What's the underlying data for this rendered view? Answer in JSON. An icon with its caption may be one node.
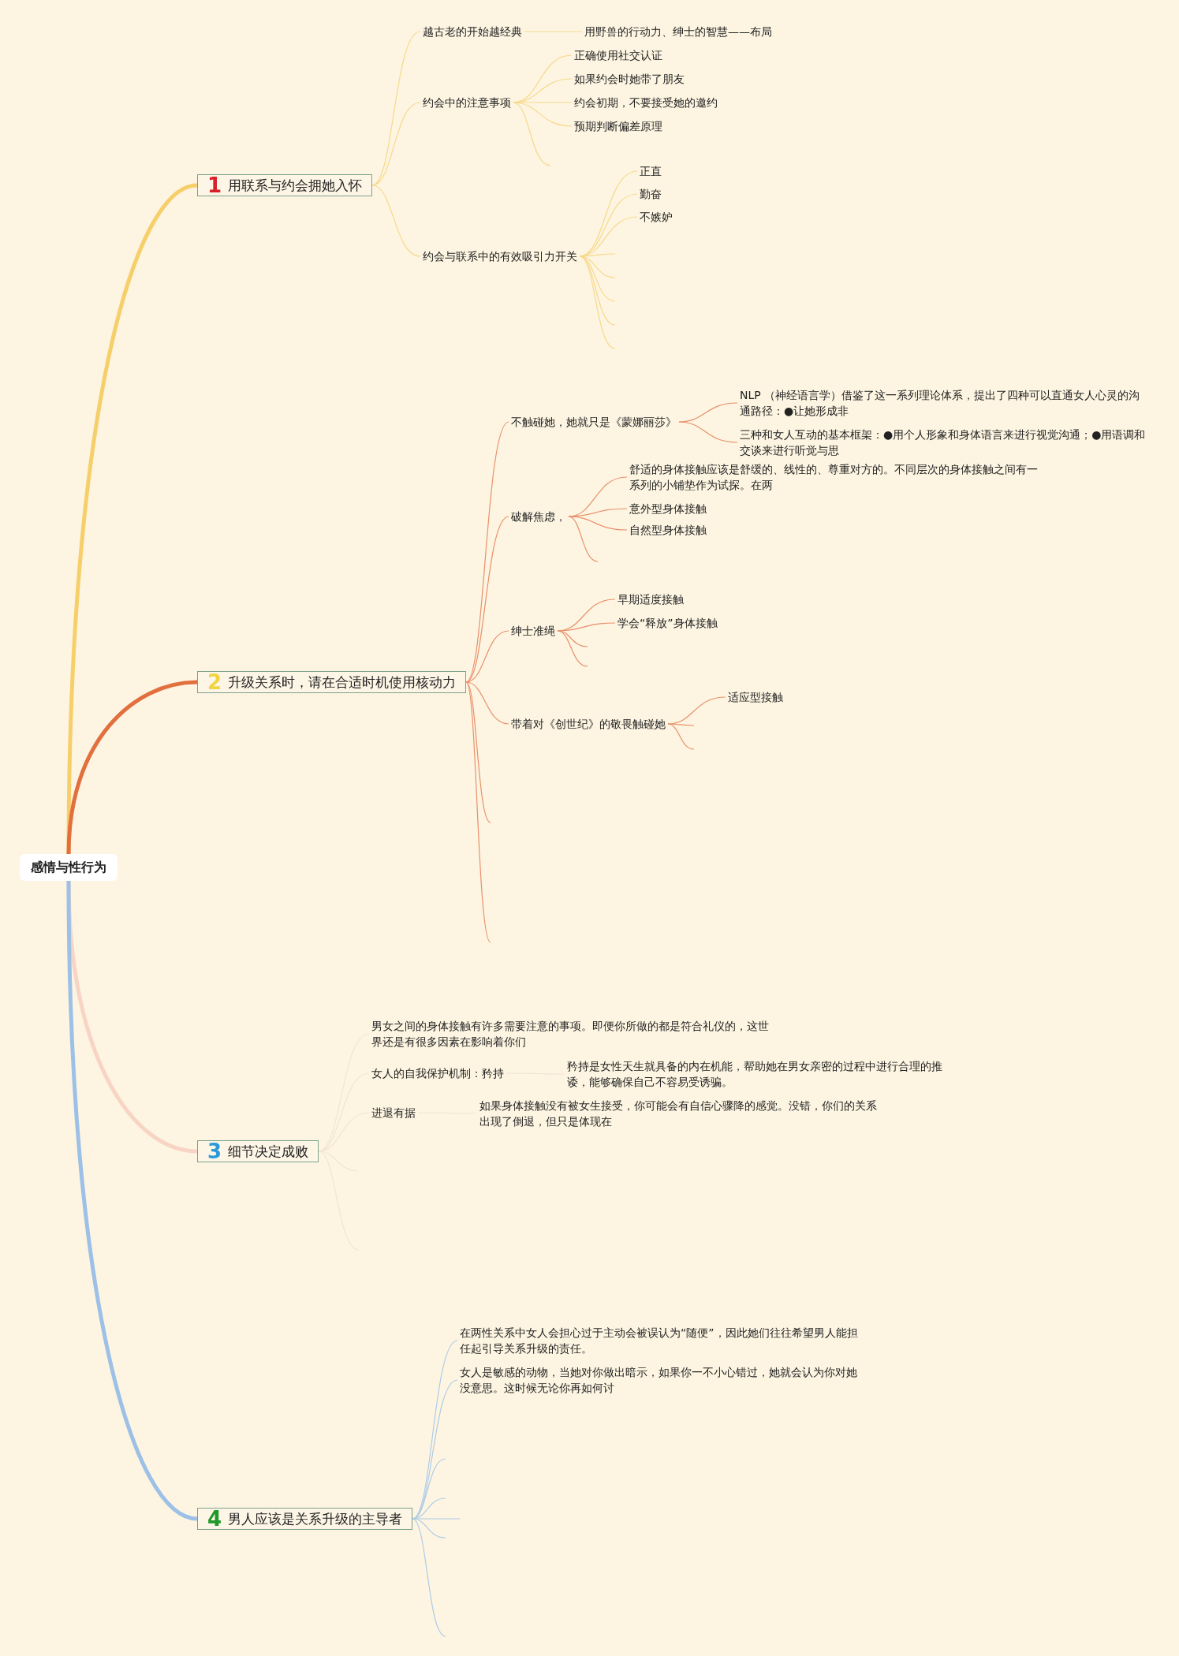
{
  "diagram": {
    "nodes": [
      {
        "text": [
          "感情与性行为"
        ]
      },
      {
        "text": [
          "1",
          "用联系与约会拥她入怀"
        ]
      },
      {
        "text": [
          "越古老的开始越经典"
        ]
      },
      {
        "text": [
          "用野兽的行动力、绅士的智慧——布局"
        ]
      },
      {
        "text": [
          "约会中的注意事项"
        ]
      },
      {
        "text": [
          "正确使用社交认证"
        ]
      },
      {
        "text": [
          "如果约会时她带了朋友"
        ]
      },
      {
        "text": [
          "约会初期，不要接受她的邀约"
        ]
      },
      {
        "text": [
          "预期判断偏差原理"
        ]
      },
      {
        "text": [
          "约会与联系中的有效吸引力开关"
        ]
      },
      {
        "text": [
          "正直"
        ]
      },
      {
        "text": [
          "勤奋"
        ]
      },
      {
        "text": [
          "不嫉妒"
        ]
      },
      {
        "text": [
          "2",
          "升级关系时，请在合适时机使用核动力"
        ]
      },
      {
        "text": [
          "不触碰她，她就只是《蒙娜丽莎》"
        ]
      },
      {
        "text": [
          "NLP （神经语言学）借鉴了这一系列理论体系，提出了四种可以直通女人心灵的沟通路径：●让她形成非"
        ]
      },
      {
        "text": [
          "三种和女人互动的基本框架：●用个人形象和身体语言来进行视觉沟通；●用语调和交谈来进行听觉与思"
        ]
      },
      {
        "text": [
          "破解焦虑，"
        ]
      },
      {
        "text": [
          "舒适的身体接触应该是舒缓的、线性的、尊重对方的。不同层次的身体接触之间有一系列的小铺垫作为试探。在两"
        ]
      },
      {
        "text": [
          "意外型身体接触"
        ]
      },
      {
        "text": [
          "自然型身体接触"
        ]
      },
      {
        "text": [
          "绅士准绳"
        ]
      },
      {
        "text": [
          "早期适度接触"
        ]
      },
      {
        "text": [
          "学会“释放”身体接触"
        ]
      },
      {
        "text": [
          "带着对《创世纪》的敬畏触碰她"
        ]
      },
      {
        "text": [
          "适应型接触"
        ]
      },
      {
        "text": [
          "3",
          "细节决定成败"
        ]
      },
      {
        "text": [
          "男女之间的身体接触有许多需要注意的事项。即便你所做的都是符合礼仪的，这世界还是有很多因素在影响着你们"
        ]
      },
      {
        "text": [
          "女人的自我保护机制：矜持"
        ]
      },
      {
        "text": [
          "矜持是女性天生就具备的内在机能，帮助她在男女亲密的过程中进行合理的推诿，能够确保自己不容易受诱骗。"
        ]
      },
      {
        "text": [
          "进退有据"
        ]
      },
      {
        "text": [
          "如果身体接触没有被女生接受，你可能会有自信心骤降的感觉。没错，你们的关系出现了倒退，但只是体现在"
        ]
      },
      {
        "text": [
          "4",
          "男人应该是关系升级的主导者"
        ]
      },
      {
        "text": [
          "在两性关系中女人会担心过于主动会被误认为“随便”，因此她们往往希望男人能担任起引导关系升级的责任。"
        ]
      },
      {
        "text": [
          "女人是敏感的动物，当她对你做出暗示，如果你一不小心错过，她就会认为你对她没意思。这时候无论你再如何讨"
        ]
      }
    ],
    "edges": [
      {
        "from": 0,
        "to": 1,
        "arrow": "none",
        "style": "thick",
        "color": "#f7cf6a"
      },
      {
        "from": 1,
        "to": 2,
        "arrow": "none",
        "color": "#f7d98a"
      },
      {
        "from": 2,
        "to": 3,
        "arrow": "none",
        "color": "#f7d98a"
      },
      {
        "from": 1,
        "to": 4,
        "arrow": "none",
        "color": "#f7d98a"
      },
      {
        "from": 4,
        "to": 5,
        "arrow": "none",
        "color": "#f7d98a"
      },
      {
        "from": 4,
        "to": 6,
        "arrow": "none",
        "color": "#f7d98a"
      },
      {
        "from": 4,
        "to": 7,
        "arrow": "none",
        "color": "#f7d98a"
      },
      {
        "from": 4,
        "to": 8,
        "arrow": "none",
        "color": "#f7d98a"
      },
      {
        "from": 4,
        "to": null,
        "arrow": "none",
        "color": "#f7d98a"
      },
      {
        "from": 1,
        "to": 9,
        "arrow": "none",
        "color": "#f7d98a"
      },
      {
        "from": 9,
        "to": 10,
        "arrow": "none",
        "color": "#f7d98a"
      },
      {
        "from": 9,
        "to": 11,
        "arrow": "none",
        "color": "#f7d98a"
      },
      {
        "from": 9,
        "to": 12,
        "arrow": "none",
        "color": "#f7d98a"
      },
      {
        "from": 9,
        "to": null,
        "arrow": "none",
        "color": "#f7d98a"
      },
      {
        "from": 9,
        "to": null,
        "arrow": "none",
        "color": "#f7d98a"
      },
      {
        "from": 9,
        "to": null,
        "arrow": "none",
        "color": "#f7d98a"
      },
      {
        "from": 9,
        "to": null,
        "arrow": "none",
        "color": "#f7d98a"
      },
      {
        "from": 9,
        "to": null,
        "arrow": "none",
        "color": "#f7d98a"
      },
      {
        "from": 0,
        "to": 13,
        "arrow": "none",
        "style": "thick",
        "color": "#e2703f"
      },
      {
        "from": 13,
        "to": 14,
        "arrow": "none",
        "color": "#e8906a"
      },
      {
        "from": 14,
        "to": 15,
        "arrow": "none",
        "color": "#e8906a"
      },
      {
        "from": 14,
        "to": 16,
        "arrow": "none",
        "color": "#e8906a"
      },
      {
        "from": 13,
        "to": 17,
        "arrow": "none",
        "color": "#e8906a"
      },
      {
        "from": 17,
        "to": 18,
        "arrow": "none",
        "color": "#e8906a"
      },
      {
        "from": 17,
        "to": 19,
        "arrow": "none",
        "color": "#e8906a"
      },
      {
        "from": 17,
        "to": 20,
        "arrow": "none",
        "color": "#e8906a"
      },
      {
        "from": 17,
        "to": null,
        "arrow": "none",
        "color": "#e8906a"
      },
      {
        "from": 13,
        "to": 21,
        "arrow": "none",
        "color": "#e8906a"
      },
      {
        "from": 21,
        "to": 22,
        "arrow": "none",
        "color": "#e8906a"
      },
      {
        "from": 21,
        "to": 23,
        "arrow": "none",
        "color": "#e8906a"
      },
      {
        "from": 21,
        "to": null,
        "arrow": "none",
        "color": "#e8906a"
      },
      {
        "from": 21,
        "to": null,
        "arrow": "none",
        "color": "#e8906a"
      },
      {
        "from": 13,
        "to": 24,
        "arrow": "none",
        "color": "#e8906a"
      },
      {
        "from": 24,
        "to": 25,
        "arrow": "none",
        "color": "#e8906a"
      },
      {
        "from": 24,
        "to": null,
        "arrow": "none",
        "color": "#e8906a"
      },
      {
        "from": 24,
        "to": null,
        "arrow": "none",
        "color": "#e8906a"
      },
      {
        "from": 13,
        "to": null,
        "arrow": "none",
        "color": "#e8906a"
      },
      {
        "from": 13,
        "to": null,
        "arrow": "none",
        "color": "#e8906a"
      },
      {
        "from": 0,
        "to": 26,
        "arrow": "none",
        "style": "thick",
        "color": "#f8d4c4"
      },
      {
        "from": 26,
        "to": 27,
        "arrow": "none",
        "color": "#f3e3d3"
      },
      {
        "from": 26,
        "to": 28,
        "arrow": "none",
        "color": "#f3e3d3"
      },
      {
        "from": 28,
        "to": 29,
        "arrow": "none",
        "color": "#f3e3d3"
      },
      {
        "from": 26,
        "to": 30,
        "arrow": "none",
        "color": "#f3e3d3"
      },
      {
        "from": 30,
        "to": 31,
        "arrow": "none",
        "color": "#f3e3d3"
      },
      {
        "from": 26,
        "to": null,
        "arrow": "none",
        "color": "#f3e3d3"
      },
      {
        "from": 26,
        "to": null,
        "arrow": "none",
        "color": "#f3e3d3"
      },
      {
        "from": 0,
        "to": 32,
        "arrow": "none",
        "style": "thick",
        "color": "#9cc0e6"
      },
      {
        "from": 32,
        "to": 33,
        "arrow": "none",
        "color": "#aecbe8"
      },
      {
        "from": 32,
        "to": 34,
        "arrow": "none",
        "color": "#aecbe8"
      },
      {
        "from": 32,
        "to": null,
        "arrow": "none",
        "color": "#aecbe8"
      },
      {
        "from": 32,
        "to": null,
        "arrow": "none",
        "color": "#aecbe8"
      },
      {
        "from": 32,
        "to": null,
        "arrow": "none",
        "color": "#aecbe8"
      },
      {
        "from": 32,
        "to": null,
        "arrow": "none",
        "color": "#aecbe8"
      },
      {
        "from": 32,
        "to": null,
        "arrow": "none",
        "color": "#aecbe8"
      }
    ]
  }
}
